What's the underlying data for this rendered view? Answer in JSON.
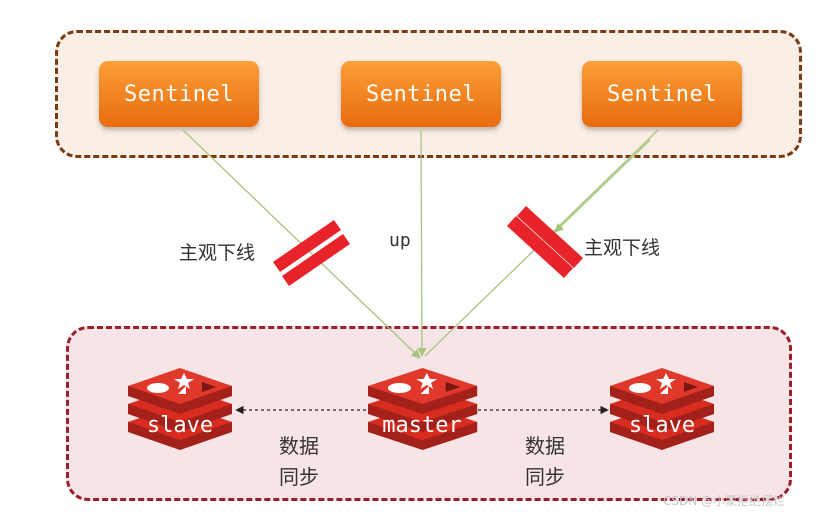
{
  "sentinels": [
    {
      "label": "Sentinel"
    },
    {
      "label": "Sentinel"
    },
    {
      "label": "Sentinel"
    }
  ],
  "links": {
    "left_label": "主观下线",
    "center_label": "up",
    "right_label": "主观下线"
  },
  "nodes": {
    "slave_left": "slave",
    "master": "master",
    "slave_right": "slave"
  },
  "sync": {
    "left": [
      "数据",
      "同步"
    ],
    "right": [
      "数据",
      "同步"
    ]
  },
  "watermark": "CSDN @小蒙拒绝摆烂",
  "colors": {
    "sentinel_fill": "#f08121",
    "sentinel_group_bg": "#fbeee6",
    "sentinel_group_border": "#7a3b10",
    "redis_group_bg": "#f7e4e6",
    "redis_group_border": "#9a1f2a",
    "redis_red": "#d82c20",
    "link_line": "#a8c47e",
    "down_mark": "#e8232a"
  },
  "icons": [
    "redis-logo-icon",
    "arrowhead-icon",
    "down-mark-icon"
  ]
}
